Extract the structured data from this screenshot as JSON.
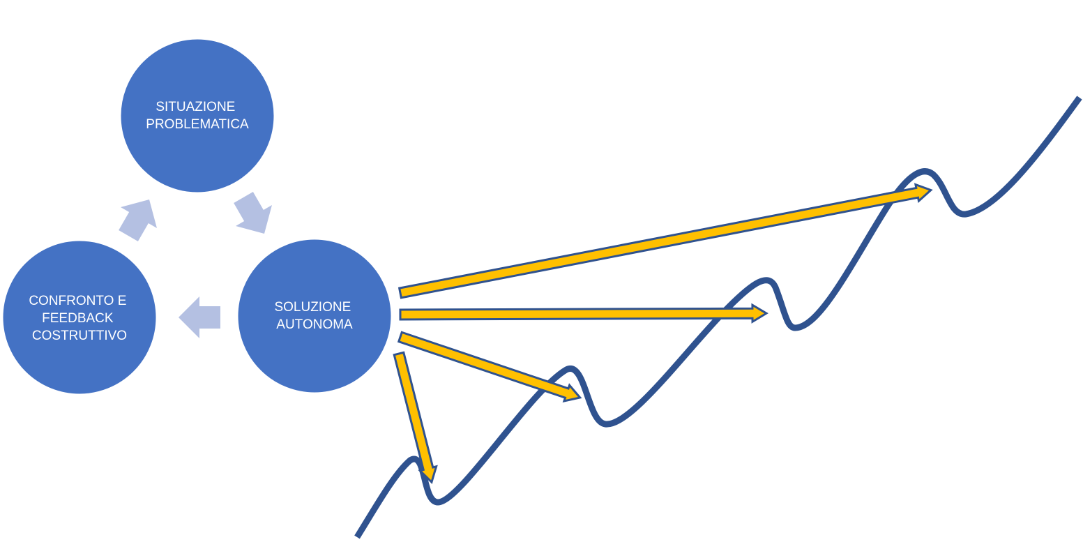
{
  "nodes": {
    "situazione": {
      "lines": [
        "SITUAZIONE",
        "PROBLEMATICA"
      ]
    },
    "soluzione": {
      "lines": [
        "SOLUZIONE",
        "AUTONOMA"
      ]
    },
    "confronto": {
      "lines": [
        "CONFRONTO E",
        "FEEDBACK",
        "COSTRUTTIVO"
      ]
    }
  },
  "colors": {
    "circle_fill": "#4472c4",
    "circle_stroke": "#ffffff",
    "cycle_arrow": "#b4c0e2",
    "curve": "#2f528f",
    "growth_arrow_fill": "#ffc000",
    "growth_arrow_stroke": "#2f528f"
  },
  "icons": {
    "cycle_arrow": "chevron-arrow-icon",
    "growth_arrow": "block-arrow-icon"
  }
}
